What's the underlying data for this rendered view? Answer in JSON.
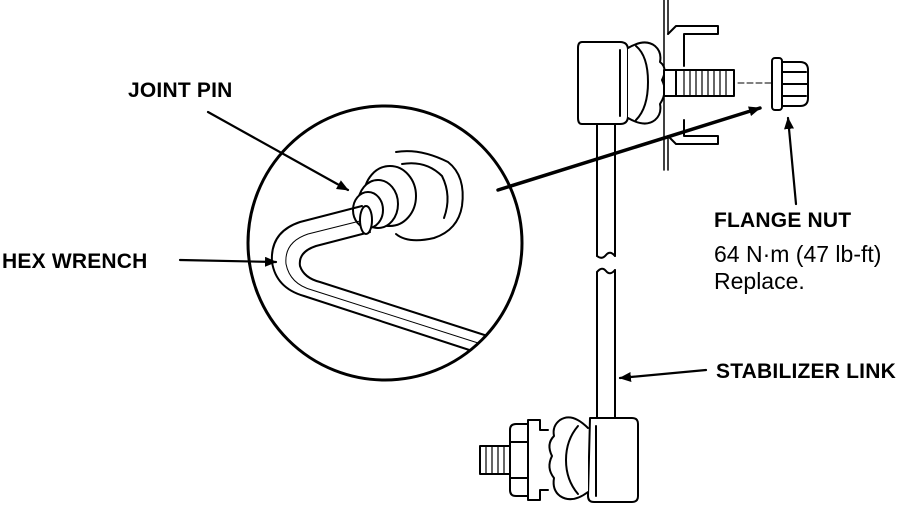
{
  "labels": {
    "joint_pin": "JOINT PIN",
    "hex_wrench": "HEX WRENCH",
    "flange_nut": "FLANGE NUT",
    "torque": "64 N·m (47 lb-ft)",
    "replace": "Replace.",
    "stabilizer_link": "STABILIZER LINK"
  }
}
